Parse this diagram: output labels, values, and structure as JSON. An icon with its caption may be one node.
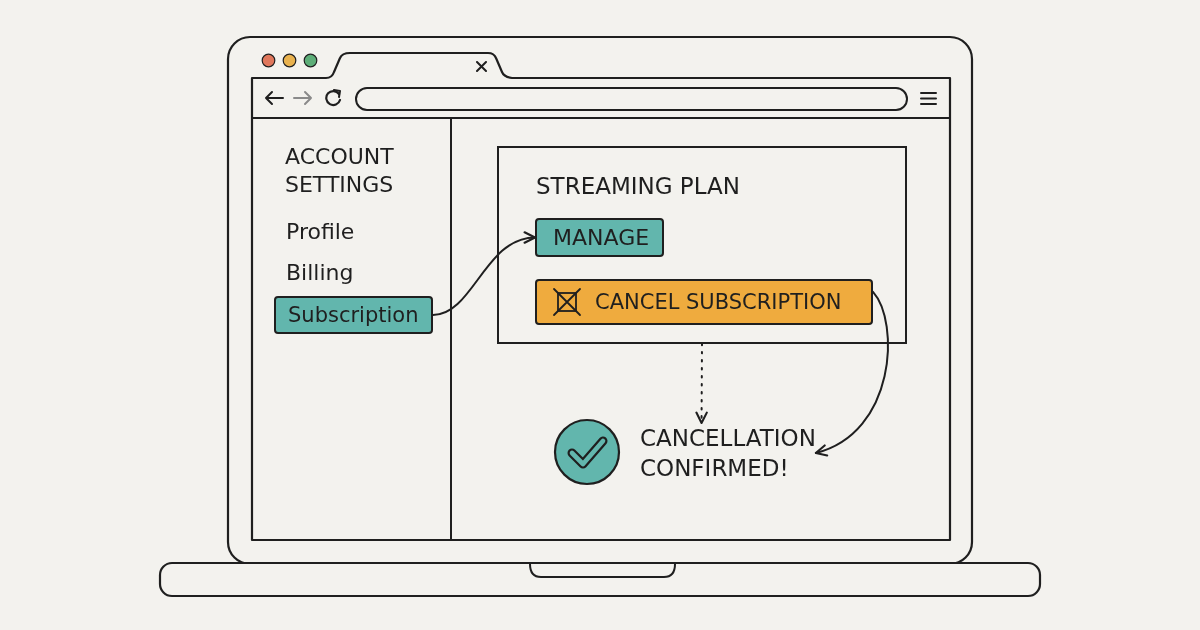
{
  "diagram": {
    "nodes": [
      {
        "text": [
          "ACCOUNT SETTINGS",
          "Profile",
          "Billing"
        ]
      },
      {
        "text": [
          "Subscription"
        ],
        "in": 0
      },
      {
        "text": [
          "STREAMING PLAN"
        ]
      },
      {
        "text": [
          "MANAGE"
        ],
        "in": 2
      },
      {
        "text": [
          "CANCEL SUBSCRIPTION"
        ],
        "in": 2
      },
      {
        "text": [
          "CANCELLATION CONFIRMED!"
        ]
      }
    ],
    "edges": [
      {
        "from": 1,
        "to": 3,
        "arrow": "to"
      },
      {
        "from": 2,
        "to": 5,
        "arrow": "to",
        "style": "dashed"
      },
      {
        "from": 4,
        "to": 5,
        "arrow": "to"
      }
    ]
  }
}
